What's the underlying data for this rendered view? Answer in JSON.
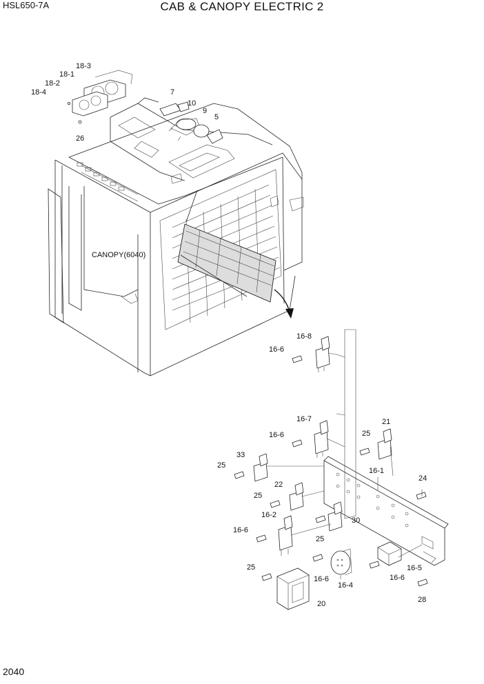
{
  "header": {
    "model": "HSL650-7A",
    "title": "CAB & CANOPY ELECTRIC 2"
  },
  "page_number": "2040",
  "assembly_label": "CANOPY(6040)",
  "callouts": {
    "c18_3": "18-3",
    "c18_1": "18-1",
    "c18_2": "18-2",
    "c18_4": "18-4",
    "c26": "26",
    "c7": "7",
    "c10": "10",
    "c9": "9",
    "c5": "5",
    "c16_8": "16-8",
    "c16_6_a": "16-6",
    "c16_7": "16-7",
    "c16_6_b": "16-6",
    "c21": "21",
    "c25_a": "25",
    "c33": "33",
    "c25_b": "25",
    "c16_1": "16-1",
    "c24": "24",
    "c22": "22",
    "c25_c": "25",
    "c16_2": "16-2",
    "c30": "30",
    "c16_6_c": "16-6",
    "c25_d": "25",
    "c25_e": "25",
    "c16_6_d": "16-6",
    "c16_5": "16-5",
    "c16_6_e": "16-6",
    "c16_4": "16-4",
    "c20": "20",
    "c28": "28"
  }
}
